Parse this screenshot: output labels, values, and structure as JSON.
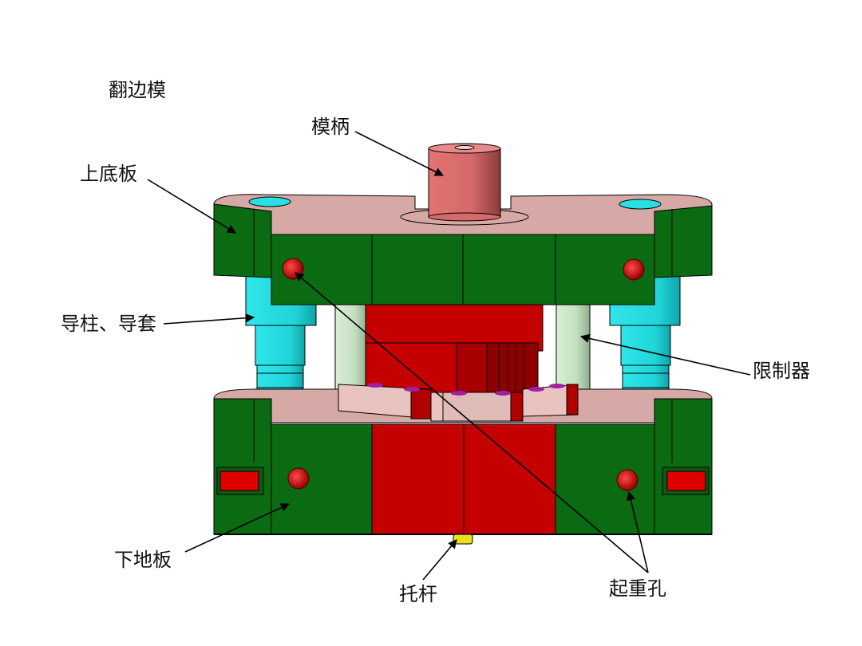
{
  "title": "翻边模",
  "labels": {
    "die_handle": "模柄",
    "upper_plate": "上底板",
    "guide_post_bushing": "导柱、导套",
    "limiter": "限制器",
    "lower_plate": "下地板",
    "ejector_rod": "托杆",
    "lifting_holes": "起重孔"
  },
  "colors": {
    "plate_green": "#0b6b12",
    "plate_green_dark": "#064d0a",
    "plate_top": "#d7a9a6",
    "punch_red": "#c40000",
    "punch_red_dark": "#8e0000",
    "handle_pink": "#e07070",
    "guide_cyan": "#26e0e4",
    "limiter_green": "#cfe8cc",
    "ejector_yellow": "#e8e020",
    "blank_pink": "#e8c3c0"
  }
}
